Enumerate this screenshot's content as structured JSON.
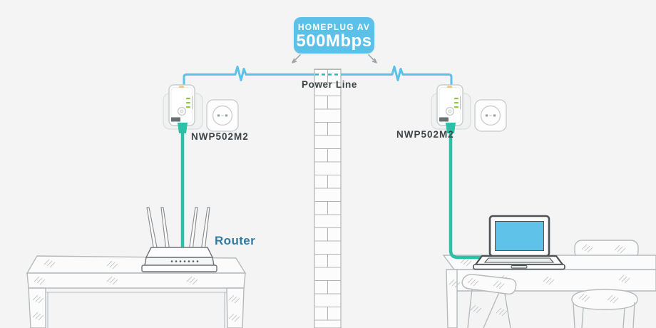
{
  "title_bubble": {
    "line1": "HOMEPLUG AV",
    "line2": "500Mbps"
  },
  "labels": {
    "power_line": "Power Line",
    "left_adapter": "NWP502M2",
    "right_adapter": "NWP502M2",
    "router": "Router"
  },
  "colors": {
    "background": "#f4f4f5",
    "bubble_blue": "#5bc1e9",
    "power_line_blue": "#5bc1e9",
    "through_wall_dash_teal": "#3ab5b5",
    "cable_teal": "#2cc0a8",
    "led_green": "#8dc63f",
    "router_label_blue": "#2e7ca6",
    "label_dark_gray": "#3f4446",
    "sketch_gray": "#b6babc",
    "wall_line_gray": "#b3b3b3",
    "laptop_screen_blue": "#5fc3e9"
  },
  "icons": [
    "powerline-adapter-icon",
    "wall-outlet-icon",
    "brick-wall-icon",
    "signal-pulse-icon",
    "router-icon",
    "laptop-icon",
    "table-sketch-icon",
    "chair-sketch-icon",
    "pointer-arrow-icon"
  ]
}
